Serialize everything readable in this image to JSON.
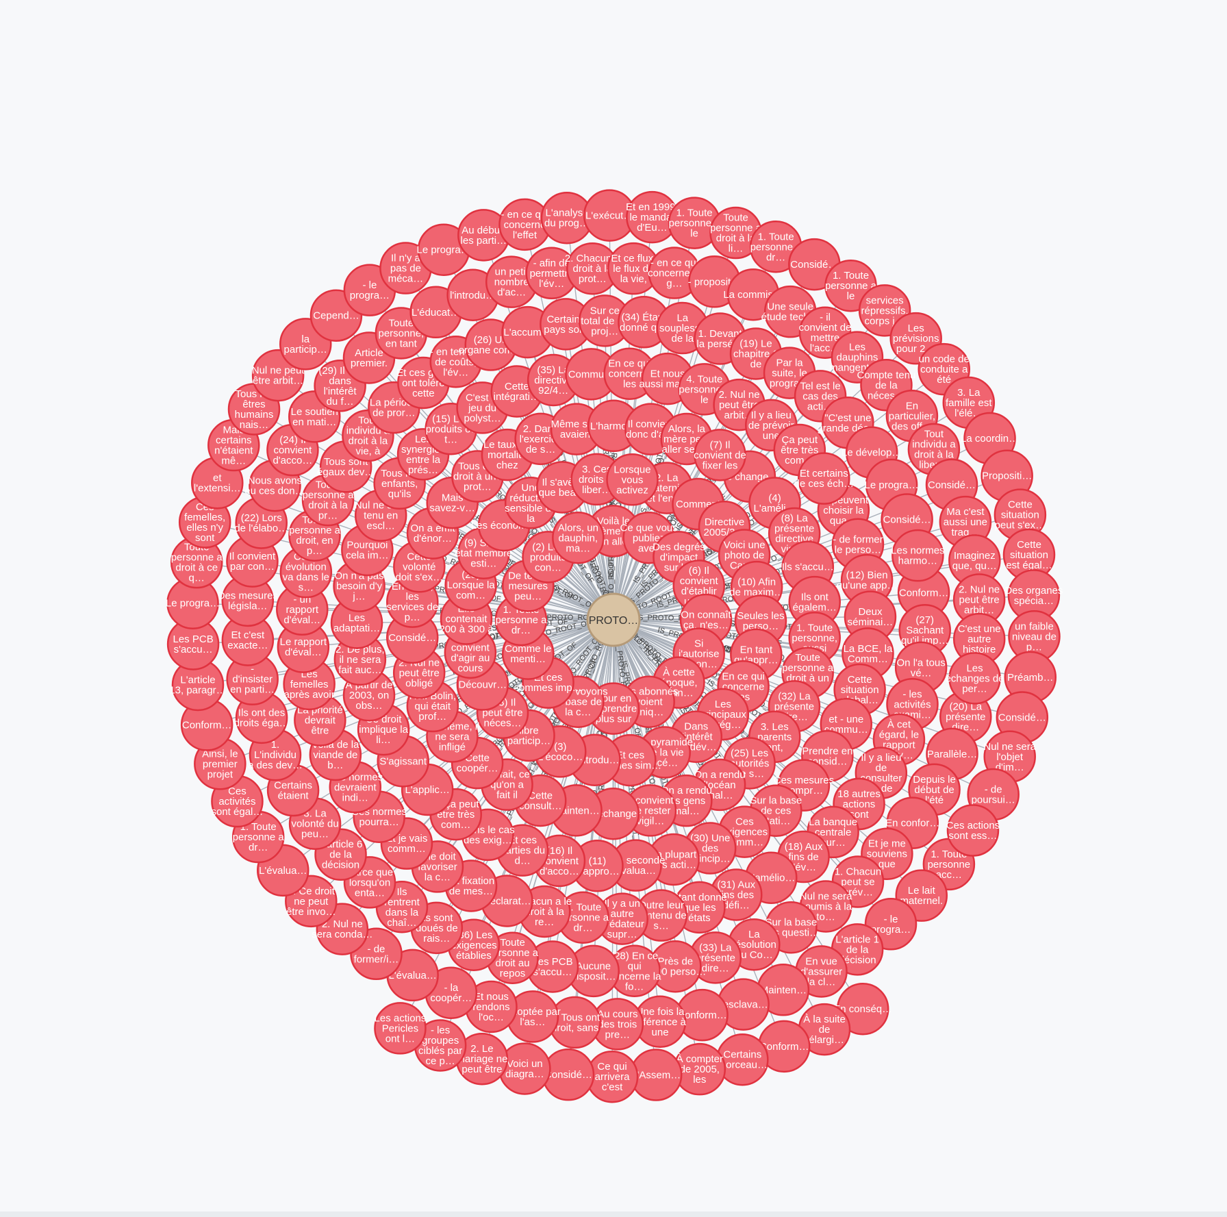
{
  "graph": {
    "relationship_type": "IS_PROTO_ROOT_OF",
    "center": {
      "label": "PROTO…"
    },
    "colors": {
      "node_fill": "#f06470",
      "node_stroke": "#e0323f",
      "center_fill": "#d9c3a3",
      "edge": "#a9b0ba"
    },
    "nodes": [
      "Voilà le thème de mon allo…",
      "Ce que vous publiez avec",
      "Des degrés d'impact sur l…",
      "(6) Il convient d'établir un c…",
      "On connaît ça, n'es…",
      "Si j'autorise l'abon…",
      "À cette époque, Can…",
      "Les abonnés voient uniq…",
      "Pour en apprendre plus sur",
      "Nous voyons la base de la c…",
      "Et ces sommes imp…",
      "Comme le menti…",
      "1. Toute personne a dr…",
      "De telles mesures peu…",
      "(2) Les produits con…",
      "Alors, un dauphin, ma…",
      "2. La maternité et l'enf…",
      "Comment",
      "Directive 2005/3…",
      "Voici une photo de Can…",
      "(10) Afin de maxim…",
      "Seules les perso…",
      "En tant qu'appr…",
      "En ce qui concerne les",
      "Les principaux agrég…",
      "Dans l'intérêt du dév…",
      "La pyramide de la vie océ…",
      "Et ces thèmes sim…",
      "L'introdu…",
      "(3) L'écoco…",
      "libre particip…",
      "(13) Il peut être néces…",
      "Découvr…",
      "(5) Il convient d'agir au cours",
      "Elle contenait 200 à 300 à",
      "(23) Lorsque la com…",
      "(9) Si un état membre esti…",
      "Les économ…",
      "Une réduction sensible de la",
      "Il s'avère que bea…",
      "3. Ces droits et liber…",
      "Lorsque vous activez",
      "Le change…",
      "(4) L'améli…",
      "(8) La présente directive vise à",
      "Ils s'accu…",
      "Ils ont égalem…",
      "1. Toute personne, aussi",
      "Toute personne a droit à un r…",
      "(32) La présente dire…",
      "3. Les parents ont,",
      "(25) Les autorités de s…",
      "On a rendu l'océan mal…",
      "On a rendu les gens mal…",
      "Il convient de rester vigil…",
      "L'échange",
      "Mainten…",
      "Cette consult…",
      "En fait, ce qu'on a fait il",
      "Cette coopér…",
      "De même, il ne sera infligé",
      "Rolf Bolin, qui était prof…",
      "2. Nul ne peut être obligé",
      "Considé…",
      "En outre, les services de p…",
      "Cette volonté doit s'ex…",
      "On a émit d'énor…",
      "Mais savez-v…",
      "Tous ont droit à une prot…",
      "Le taux de mortalité chez",
      "2. Dans l'exercice de s…",
      "Même si ils avaient",
      "L'harmo…",
      "Il convient donc d'agir",
      "Alors, la mère peut aller se r…",
      "(7) Il convient de fixer les",
      "Ils peuvent choisir la qua…",
      "- de former le perso…",
      "(12) Bien qu'une app…",
      "Deux séminai…",
      "La BCE, la Comm…",
      "Cette situation global…",
      "et - une commu…",
      "Prendre en consid…",
      "Ces mesures compr…",
      "Sur la base de ces stati…",
      "Ces exigences comm…",
      "(30) Une des princip…",
      "La plupart des acti…",
      "une seconde évalua…",
      "(11) L'appro…",
      "(16) Il convient d'acco…",
      "Et ces parties du d…",
      "Dans le cas des exig…",
      "Et ça peut être très com…",
      "L'applic…",
      "S'agissant",
      "Ce droit implique la li…",
      "À partir de 2003, on obs…",
      "2. De plus, il ne sera fait auc…",
      "Les adaptati…",
      "On n'a pas besoin d'y j…",
      "Pourquoi cela im…",
      "Nul ne sera tenu en escl…",
      "Tous les enfants, qu'ils",
      "Les synergies entre la prés…",
      "(15) Les produits ou t…",
      "C'est le jeu du polyst…",
      "Cette intégrati…",
      "(35) La directive 92/4…",
      "Commu…",
      "En ce qui concerne les",
      "Et nous aussi man…",
      "4. Toute personne a le",
      "2. Nul ne peut être arbit…",
      "Il y a lieu de prévoir une",
      "Ça peut être très com…",
      "Et certains de ces éch…",
      "Conform…",
      "(27) Sachant qu'il imp…",
      "On l'a tous vé…",
      "- les activités exami…",
      "À cet égard, le rapport d'év…",
      "Il y a lieu de consulter et de",
      "18 autres actions sont",
      "La banque centrale eur…",
      "(18) Aux fins de l'év…",
      "L'amélio…",
      "(31) Aux fins des défi…",
      "Étant donné que les états",
      "Outre leur contenu de s…",
      "Il y a un autre prédateur supr…",
      "1. Toute personne a dr…",
      "Chacun a le droit à la re…",
      "Déclarat…",
      "La fixation de mes…",
      "Elle doit favoriser la c…",
      "Et je vais comm…",
      "Ces normes pourra…",
      "Ces normes devraient indi…",
      "Voilà de la viande de b…",
      "La priorité devrait être",
      "Les femelles après avoir",
      "Le rapport d'éval…",
      "- un rapport d'éval…",
      "Cette évolution va dans le s…",
      "Toute personne a droit, en p…",
      "Toute personne a droit à la pr…",
      "Tous sont égaux dev…",
      "Tout individu a droit à la vie, à",
      "La période de pror…",
      "Et ces gens ont toléré cette",
      "- en termes de coûts, l'év…",
      "(26) Un organe com…",
      "L'accum…",
      "Certains pays sont",
      "Sur ce total de 56 proj…",
      "(34) Étant donné que",
      "La souplesse de la",
      "1. Devant la persé…",
      "(19) Le chapitre 6 de",
      "Par la suite, le progra…",
      "Tel est le cas des acti…",
      "\"C'est une grande déc…",
      "Le dévelop…",
      "Le progra…",
      "Considé…",
      "Les normes harmo…",
      "(20) La présente dire…",
      "Parallèle…",
      "Depuis le début de l'été",
      "En confor…",
      "Et je me souviens que",
      "1. Chacun peut se prév…",
      "Nul ne sera soumis à la to…",
      "Sur la base des questi…",
      "La résolution du Co…",
      "(33) La présente dire…",
      "Près de 2600 perso…",
      "(28) En ce qui concerne la fo…",
      "Aucune disposit…",
      "Les PCB s'accu…",
      "Toute personne a droit au repos",
      "(36) Les exigences établies",
      "Ils sont doués de rais…",
      "Ils rentrent dans la chaî…",
      "Parce que lorsqu'on enta…",
      "L'article 6 de la décision",
      "3. La volonté du peu…",
      "Certains étaient",
      "1. L'individu a des dev…",
      "Ils ont des droits éga…",
      "- d'insister en parti…",
      "Et c'est exacte…",
      "Des mesures législa…",
      "Il convient par con…",
      "(22) Lors de l'élabo…",
      "Nous avons eu ces don…",
      "(24) Il convient d'acco…",
      "Le soutien en mati…",
      "(29) Il est dans l'intérêt du f…",
      "Article premier.",
      "Toute personne, en tant",
      "L'éducat…",
      "l'introdu…",
      "un petit nombre d'ac…",
      "- afin de permettre l'év…",
      "2. Chacun a droit à la prot…",
      "Et ce flux, le flux de la vie,",
      "- en ce qui concerne la g…",
      "- proposit…",
      "La commis…",
      "Une seule étude tech…",
      "- il convient de mettre l'acc…",
      "Les dauphins mangent les",
      "Compte tenu de la néces…",
      "En particulier, des off…",
      "Tout individu a droit à la liber…",
      "Considé…",
      "Ma c'est aussi une trag…",
      "Imaginez que, qu…",
      "2. Nul ne peut être arbit…",
      "C'est une autre histoire",
      "Les échanges de per…",
      "1. Toute personne acc…",
      "Le lait maternel.",
      "- le progra…",
      "L'article 1 de la décision",
      "En vue d'assurer la cl…",
      "Mainten…",
      "l'esclava…",
      "Conform…",
      "Une fois la référence à une",
      "Au cours des trois pre…",
      "2. Tous ont droit, sans",
      "Adoptée par l'as…",
      "Et nous rendons l'oc…",
      "- la coopér…",
      "L'évalua…",
      "- de former/i…",
      "2. Nul ne sera conda…",
      "2. Ce droit ne peut être invo…",
      "L'évalua…",
      "1. Toute personne a dr…",
      "Ces activités sont égal…",
      "Ainsi, le premier projet",
      "Conform…",
      "L'article 13, paragr…",
      "Les PCB s'accu…",
      "Le progra…",
      "Toute personne a droit à ce q…",
      "Ces femelles, elles n'y sont",
      "et l'extensi…",
      "Mais certains n'étaient mê…",
      "Tous les êtres humains nais…",
      "Nul ne peut être arbit…",
      "la particip…",
      "Cepend…",
      "- le progra…",
      "Il n'y a pas de méca…",
      "Le progra…",
      "Au début, les parti…",
      "- en ce qui concerne l'effet",
      "L'analyse du prog…",
      "L'exécut…",
      "Et en 1999, le mandat d'Eu…",
      "1. Toute personne a le",
      "Toute personne a droit à la li…",
      "1. Toute personne a dr…",
      "Considé…",
      "1. Toute personne a le",
      "services répressifs, corps j…",
      "Les prévisions pour 2…",
      "un code de conduite a été",
      "3. La famille est l'élé…",
      "La coordin…",
      "Propositi…",
      "Cette situation peut s'ex…",
      "Cette situation est égal…",
      "Des organes spécia…",
      "un faible niveau de p…",
      "Préamb…",
      "Considé…",
      "Nul ne sera l'objet d'im…",
      "- de poursui…",
      "Ces actions sont ess…",
      "En conséq…",
      "À la suite de l'élargi…",
      "Conform…",
      "Certains morceau…",
      "À compter de 2005, les",
      "L'Assem…",
      "Ce qui arrivera c'est",
      "Considé…",
      "Voici un diagra…",
      "2. Le mariage ne peut être",
      "- les groupes ciblés par ce p…",
      "Les actions Pericles ont l…"
    ]
  }
}
